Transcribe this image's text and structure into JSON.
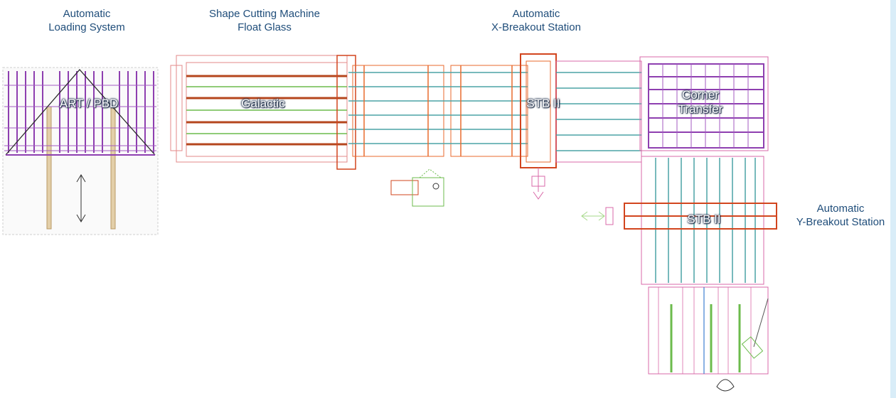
{
  "headers": {
    "loading": "Automatic\nLoading System",
    "cutting": "Shape Cutting Machine\nFloat Glass",
    "x_breakout": "Automatic\nX-Breakout Station",
    "y_breakout": "Automatic\nY-Breakout Station"
  },
  "labels": {
    "art_pbd": "ART / PBD",
    "galactic": "Galactic",
    "stb_x": "STB II",
    "corner": "Corner\nTransfer",
    "stb_y": "STB II"
  },
  "colors": {
    "header_text": "#1f4d7a",
    "loading": "#8e3fb0",
    "cutting_frame": "#e38a8a",
    "cutting_belt": "#b5461d",
    "teal": "#4ba3a6",
    "orange": "#e86a2e",
    "green": "#6cbb4c",
    "pink": "#d96aa8",
    "tan": "#e3cfa8",
    "sidebar": "#d9edf8"
  }
}
